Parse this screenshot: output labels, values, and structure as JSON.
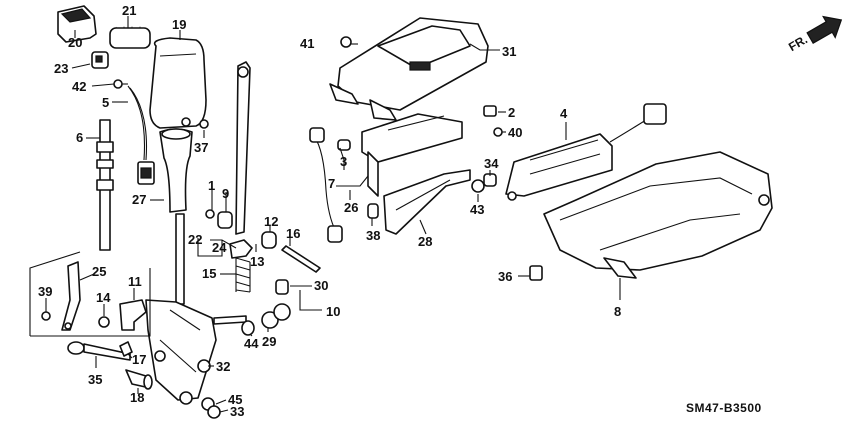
{
  "callouts": {
    "c1": "1",
    "c2": "2",
    "c3": "3",
    "c4": "4",
    "c5": "5",
    "c6": "6",
    "c7": "7",
    "c8": "8",
    "c9": "9",
    "c10": "10",
    "c11": "11",
    "c12": "12",
    "c13": "13",
    "c14": "14",
    "c15": "15",
    "c16": "16",
    "c17": "17",
    "c18": "18",
    "c19": "19",
    "c20": "20",
    "c21": "21",
    "c22": "22",
    "c23": "23",
    "c24": "24",
    "c25": "25",
    "c26": "26",
    "c27": "27",
    "c28": "28",
    "c29": "29",
    "c30": "30",
    "c31": "31",
    "c32": "32",
    "c33": "33",
    "c34": "34",
    "c35": "35",
    "c36": "36",
    "c37": "37",
    "c38": "38",
    "c39": "39",
    "c40": "40",
    "c41": "41",
    "c42": "42",
    "c43": "43",
    "c44": "44",
    "c45": "45"
  },
  "front_label": "FR.",
  "diagram_code": "SM47-B3500",
  "icons": [
    "front-direction-arrow-icon"
  ]
}
